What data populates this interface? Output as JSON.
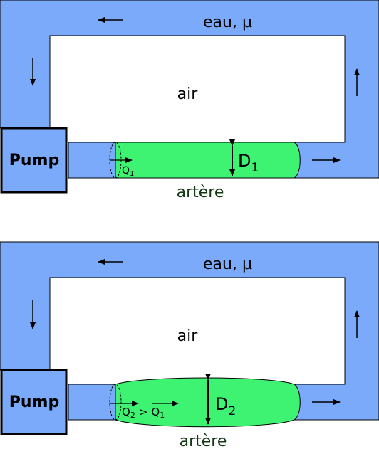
{
  "colors": {
    "water": "#7aaaf9",
    "artery": "#3ef372",
    "outline": "#000000",
    "artery_label": "#143714"
  },
  "diagrams": [
    {
      "fluid_label": "eau, µ",
      "air_label": "air",
      "pump_label": "Pump",
      "artery_label": "artère",
      "flow_label": {
        "main": "Q",
        "sub": "1"
      },
      "flow_comparison": null,
      "diameter_label": {
        "main": "D",
        "sub": "1"
      }
    },
    {
      "fluid_label": "eau, µ",
      "air_label": "air",
      "pump_label": "Pump",
      "artery_label": "artère",
      "flow_label": {
        "main": "Q",
        "sub": "2"
      },
      "flow_comparison": {
        "operator": ">",
        "main": "Q",
        "sub": "1"
      },
      "diameter_label": {
        "main": "D",
        "sub": "2"
      }
    }
  ]
}
